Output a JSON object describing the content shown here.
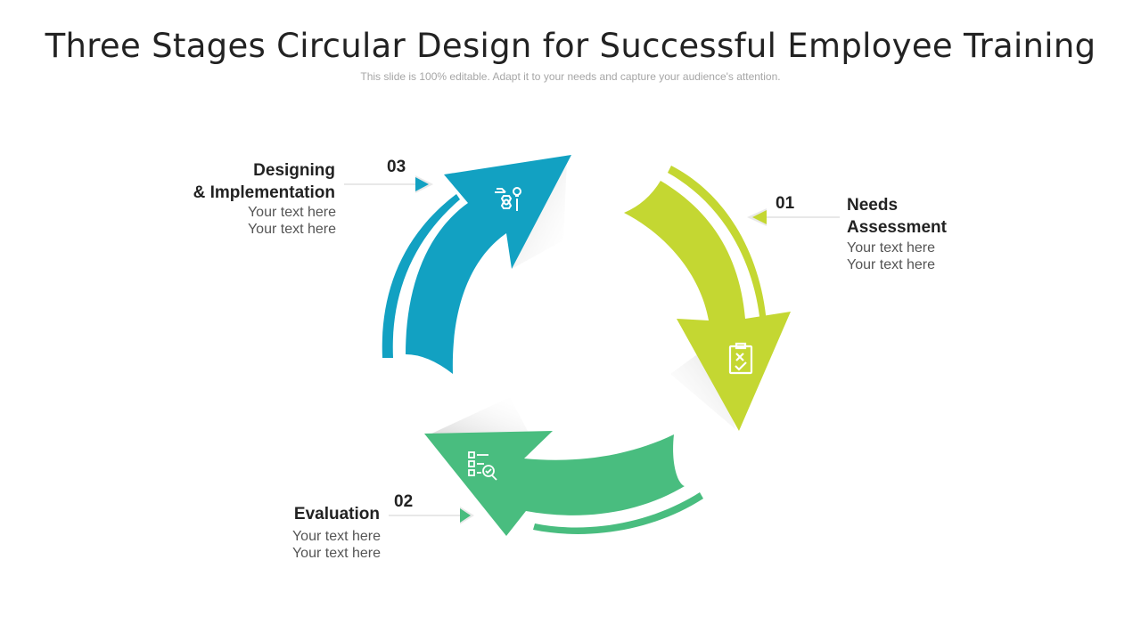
{
  "title": "Three Stages Circular Design for Successful Employee Training",
  "subtitle": "This slide is 100% editable. Adapt it to your needs and capture your audience's attention.",
  "colors": {
    "blue": "#12a1c2",
    "green_lime": "#c4d732",
    "green": "#49bd7f"
  },
  "stages": [
    {
      "number": "01",
      "title_line1": "Needs",
      "title_line2": "Assessment",
      "desc_line1": "Your text here",
      "desc_line2": "Your text here",
      "icon": "clipboard-check-icon"
    },
    {
      "number": "02",
      "title_line1": "Evaluation",
      "desc_line1": "Your text here",
      "desc_line2": "Your text here",
      "icon": "checklist-magnifier-icon"
    },
    {
      "number": "03",
      "title_line1": "Designing",
      "title_line2": "& Implementation",
      "desc_line1": "Your text here",
      "desc_line2": "Your text here",
      "icon": "gear-bulb-pencil-icon"
    }
  ]
}
